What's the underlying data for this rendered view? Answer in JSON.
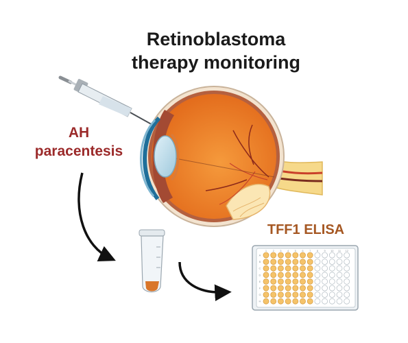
{
  "title": {
    "line1": "Retinoblastoma",
    "line2": "therapy monitoring"
  },
  "procedure": {
    "line1": "AH",
    "line2": "paracentesis"
  },
  "assay": {
    "label": "TFF1 ELISA"
  },
  "plate": {
    "rows": [
      "A",
      "B",
      "C",
      "D",
      "E",
      "F",
      "G",
      "H"
    ],
    "columns": [
      "1",
      "2",
      "3",
      "4",
      "5",
      "6",
      "7",
      "8",
      "9",
      "10",
      "11",
      "12"
    ],
    "filled_columns": 7
  },
  "colors": {
    "title": "#1a1a1a",
    "procedure": "#9b2a2a",
    "assay": "#a55722",
    "eye": "#e8731f",
    "well_fill": "#f5c36a",
    "sample": "#d9762a"
  },
  "icons": [
    "syringe-icon",
    "eye-icon",
    "tube-icon",
    "plate-icon",
    "arrow-icon"
  ]
}
